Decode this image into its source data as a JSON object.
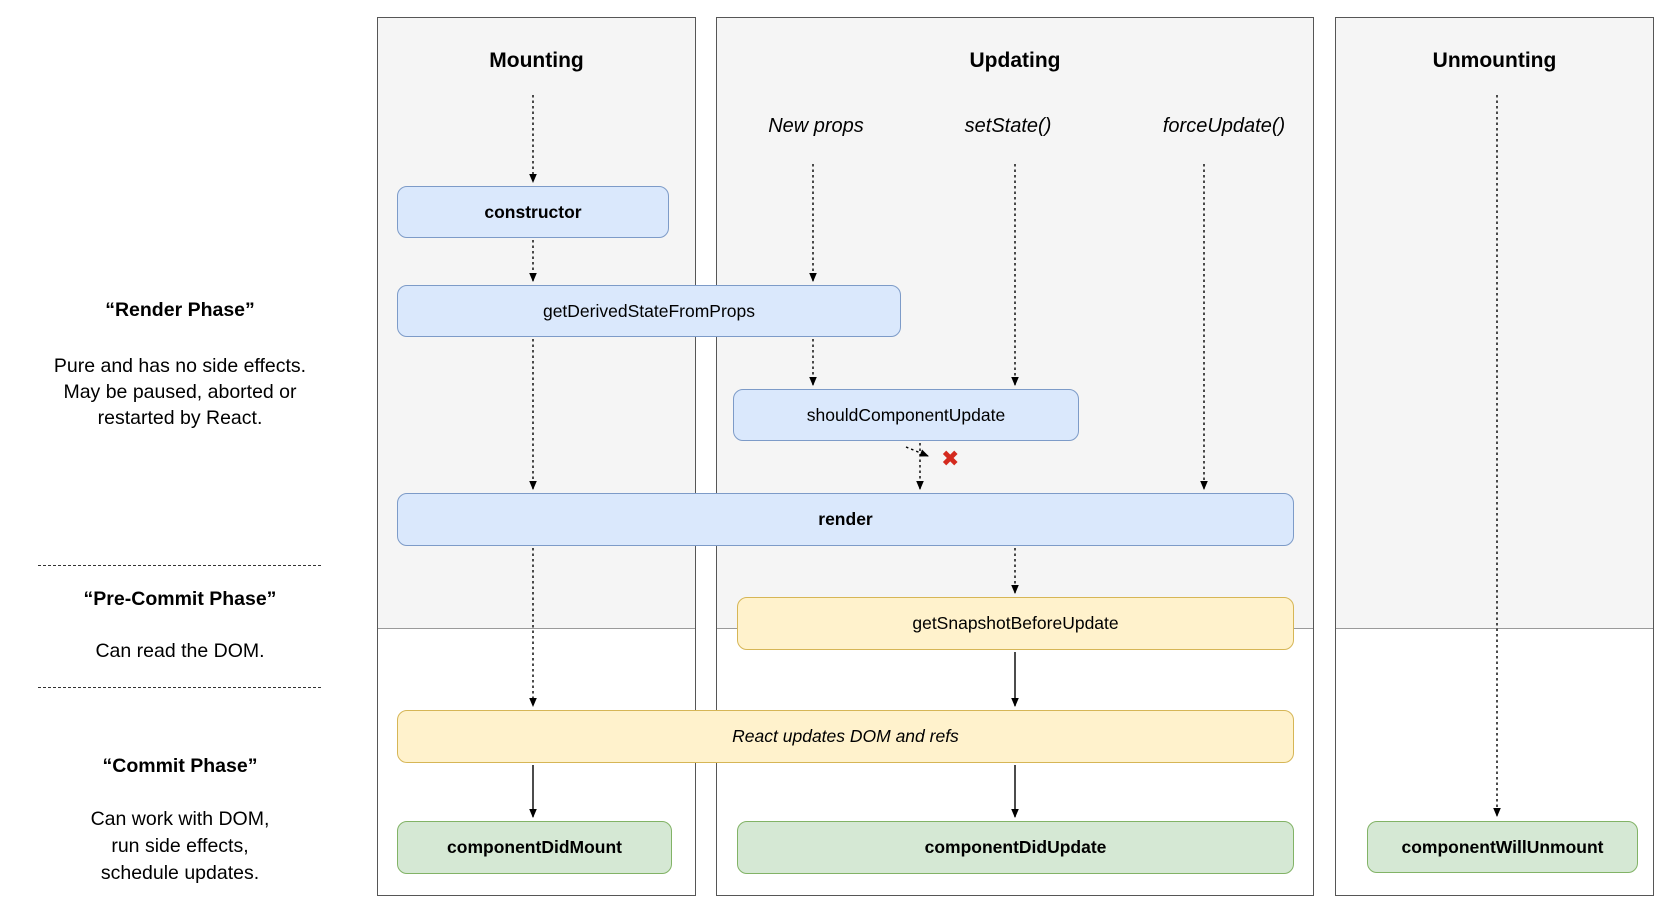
{
  "colors": {
    "panel-bg": "#f5f5f5",
    "blue-fill": "#dae8fc",
    "blue-border": "#7d9bc8",
    "yellow-fill": "#fff2cc",
    "yellow-border": "#d6b656",
    "green-fill": "#d5e8d4",
    "green-border": "#82b366",
    "stop-red": "#d42a1e"
  },
  "columns": {
    "mounting": {
      "title": "Mounting"
    },
    "updating": {
      "title": "Updating"
    },
    "unmounting": {
      "title": "Unmounting"
    }
  },
  "triggers": {
    "newProps": {
      "label": "New props"
    },
    "setState": {
      "label": "setState()"
    },
    "forceUpdate": {
      "label": "forceUpdate()"
    }
  },
  "nodes": {
    "constructor": {
      "label": "constructor"
    },
    "getDerivedStateFromProps": {
      "label": "getDerivedStateFromProps"
    },
    "shouldComponentUpdate": {
      "label": "shouldComponentUpdate"
    },
    "render": {
      "label": "render"
    },
    "getSnapshotBeforeUpdate": {
      "label": "getSnapshotBeforeUpdate"
    },
    "reactUpdates": {
      "label": "React updates DOM and refs"
    },
    "componentDidMount": {
      "label": "componentDidMount"
    },
    "componentDidUpdate": {
      "label": "componentDidUpdate"
    },
    "componentWillUnmount": {
      "label": "componentWillUnmount"
    }
  },
  "phases": {
    "render": {
      "title": "“Render Phase”",
      "lines": [
        "Pure and has no side effects.",
        "May be paused, aborted or",
        "restarted by React."
      ]
    },
    "preCommit": {
      "title": "“Pre-Commit Phase”",
      "lines": [
        "Can read the DOM."
      ]
    },
    "commit": {
      "title": "“Commit Phase”",
      "lines": [
        "Can work with DOM,",
        "run side effects,",
        "schedule updates."
      ]
    }
  },
  "stop": {
    "glyph": "✖"
  }
}
